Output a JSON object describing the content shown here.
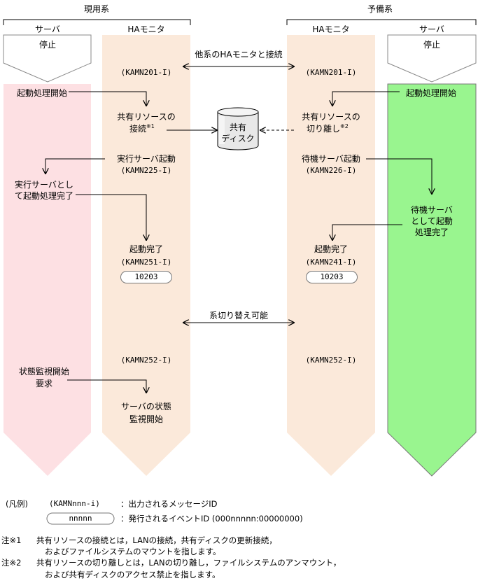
{
  "colors": {
    "active_server": "#fde0e3",
    "ha_monitor": "#fbe9da",
    "standby_server": "#99f58f",
    "header_arrow": "#ffffff",
    "line": "#000000"
  },
  "systems": {
    "active": "現用系",
    "standby": "予備系"
  },
  "columns": {
    "server": "サーバ",
    "ha_monitor": "HAモニタ"
  },
  "state": {
    "stopped": "停止"
  },
  "connect_label": "他系のHAモニタと接続",
  "msg": {
    "kamn201": "(KAMN201-I)",
    "kamn225": "(KAMN225-I)",
    "kamn226": "(KAMN226-I)",
    "kamn251": "(KAMN251-I)",
    "kamn241": "(KAMN241-I)",
    "kamn252": "(KAMN252-I)"
  },
  "active_server": {
    "start": "起動処理開始",
    "exec_done_1": "実行サーバとし",
    "exec_done_2": "て起動処理完了",
    "monitor_req_1": "状態監視開始",
    "monitor_req_2": "要求"
  },
  "active_ha": {
    "connect_1": "共有リソースの",
    "connect_2": "接続",
    "note_mark": "※1",
    "exec_start": "実行サーバ起動",
    "done": "起動完了",
    "event": "10203",
    "monitor_1": "サーバの状態",
    "monitor_2": "監視開始"
  },
  "disk": {
    "line1": "共有",
    "line2": "ディスク"
  },
  "standby_ha": {
    "detach_1": "共有リソースの",
    "detach_2": "切り離し",
    "note_mark": "※2",
    "standby_start": "待機サーバ起動",
    "done": "起動完了",
    "event": "10203"
  },
  "standby_server": {
    "start": "起動処理開始",
    "done_1": "待機サーバ",
    "done_2": "として起動",
    "done_3": "処理完了"
  },
  "switch_label": "系切り替え可能",
  "legend": {
    "title": "(凡例)",
    "msg_sample": "(KAMNnnn-i)",
    "msg_desc": "：出力されるメッセージID",
    "event_sample": "nnnnn",
    "event_desc": "：発行されるイベントID (000nnnnn:00000000)"
  },
  "notes": {
    "n1_mark": "注※1",
    "n1_line1": "共有リソースの接続とは，LANの接続，共有ディスクの更新接続，",
    "n1_line2": "およびファイルシステムのマウントを指します。",
    "n2_mark": "注※2",
    "n2_line1": "共有リソースの切り離しとは，LANの切り離し，ファイルシステムのアンマウント，",
    "n2_line2": "および共有ディスクのアクセス禁止を指します。"
  }
}
